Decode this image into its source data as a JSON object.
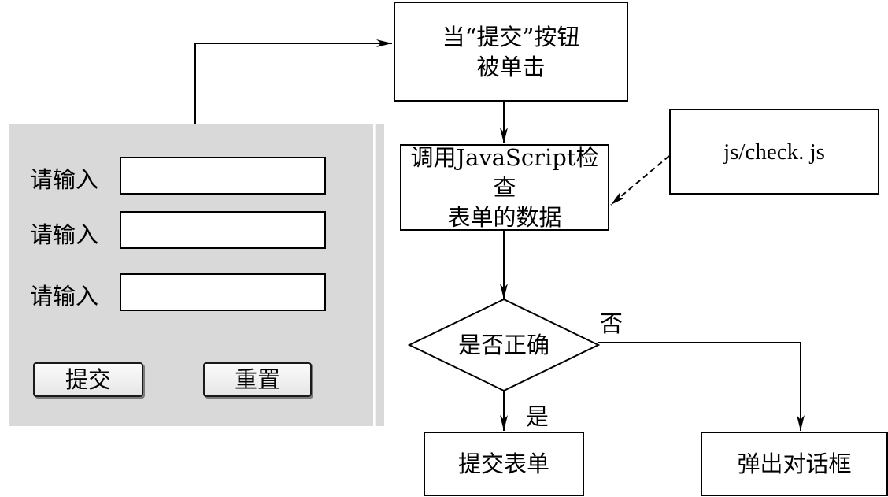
{
  "form": {
    "fields": [
      {
        "label": "请输入",
        "value": ""
      },
      {
        "label": "请输入",
        "value": ""
      },
      {
        "label": "请输入",
        "value": ""
      }
    ],
    "submit_label": "提交",
    "reset_label": "重置"
  },
  "flow": {
    "click_event": [
      "当“提交”按钮",
      "被单击"
    ],
    "validate": [
      "调用JavaScript检查",
      "表单的数据"
    ],
    "script_file": "js/check. js",
    "decision": "是否正确",
    "yes_label": "是",
    "no_label": "否",
    "submit_form": "提交表单",
    "show_dialog": "弹出对话框"
  }
}
